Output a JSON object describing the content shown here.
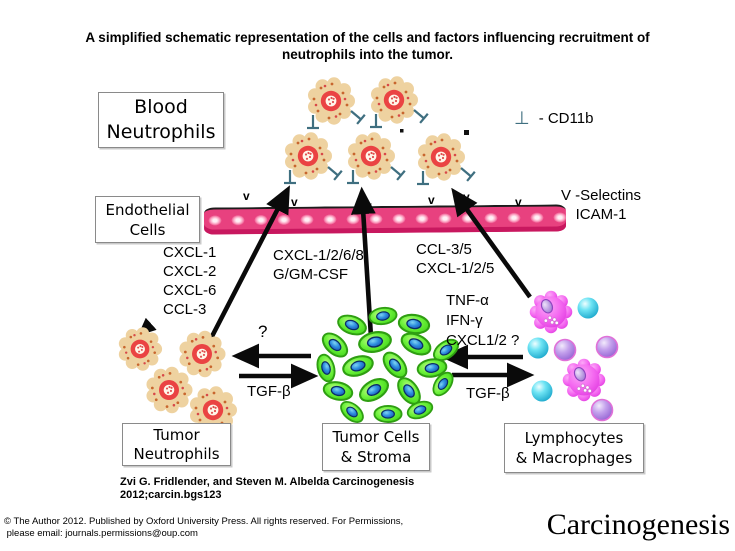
{
  "title": "A simplified schematic representation of the cells and factors influencing recruitment of\nneutrophils into the tumor.",
  "boxes": {
    "blood_neutrophils": "Blood\nNeutrophils",
    "endothelial_cells": "Endothelial\nCells",
    "tumor_neutrophils": "Tumor\nNeutrophils",
    "tumor_cells_stroma": "Tumor Cells\n& Stroma",
    "lymphocytes_macrophages": "Lymphocytes\n& Macrophages"
  },
  "legend": {
    "cd11b_symbol": "⊥",
    "cd11b_label": "- CD11b",
    "adhesion_molecules": "V -Selectins\nICAM-1"
  },
  "factors": {
    "left_chemokines": "CXCL-1\nCXCL-2\nCXCL-6\nCCL-3",
    "center_chemokines": "CXCL-1/2/6/8\nG/GM-CSF",
    "upper_right_chemokines": "CCL-3/5\nCXCL-1/2/5",
    "cytokines": "TNF-α\nIFN-γ\nCXCL1/2 ?",
    "question_mark": "?",
    "tgf_beta_left": "TGF-β",
    "tgf_beta_right": "TGF-β"
  },
  "endothelium": {
    "v_mark": "v"
  },
  "citation": "Zvi G. Fridlender, and Steven M. Albelda Carcinogenesis\n2012;carcin.bgs123",
  "footer": {
    "copyright": "© The Author 2012. Published by Oxford University Press. All rights reserved. For Permissions,\n please email: journals.permissions@oup.com",
    "journal_logo": "Carcinogenesis"
  },
  "colors": {
    "endothelium_pink": "#e8417f",
    "tumor_cell_green": "#55e22e",
    "nucleus_blue": "#1d6fd0",
    "macrophage_magenta": "#ee4fe8",
    "lymphocyte_cyan": "#54dcf0",
    "lymphocyte_purple": "#a873e0",
    "neutrophil_tan": "#eed2a0",
    "neutrophil_red": "#ea4343",
    "arrow_black": "#0a0a0a"
  }
}
